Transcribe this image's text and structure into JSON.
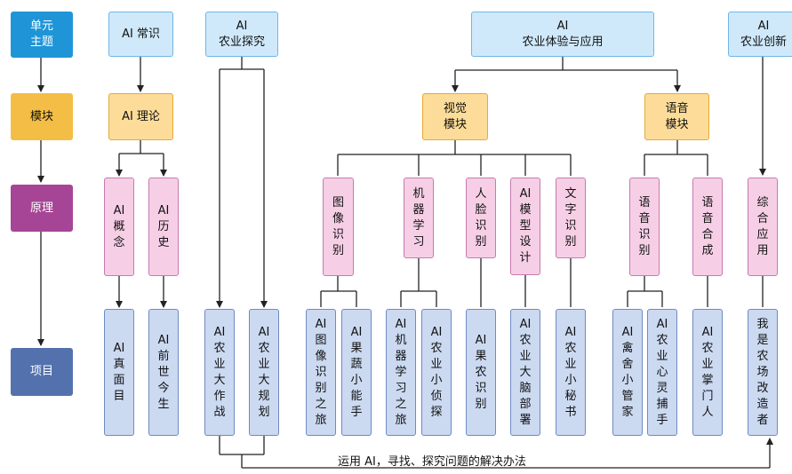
{
  "legend": {
    "unit": "单元\n主题",
    "module": "模块",
    "principle": "原理",
    "project": "项目",
    "colors": {
      "unit": "#1f95d8",
      "module": "#f4bd45",
      "principle": "#a64595",
      "project": "#5372ad"
    }
  },
  "units": {
    "u1": "AI 常识",
    "u2": "AI\n农业探究",
    "u3": "AI\n农业体验与应用",
    "u4": "AI\n农业创新"
  },
  "modules": {
    "m1": "AI 理论",
    "m2": "视觉\n模块",
    "m3": "语音\n模块"
  },
  "principles": {
    "p1": "AI\n概\n念",
    "p2": "AI\n历\n史",
    "p3": "图\n像\n识\n别",
    "p4": "机\n器\n学\n习",
    "p5": "人\n脸\n识\n别",
    "p6": "AI\n模\n型\n设\n计",
    "p7": "文\n字\n识\n别",
    "p8": "语\n音\n识\n别",
    "p9": "语\n音\n合\n成",
    "p10": "综\n合\n应\n用"
  },
  "projects": {
    "j1": "AI\n真\n面\n目",
    "j2": "AI\n前\n世\n今\n生",
    "j3": "AI\n农\n业\n大\n作\n战",
    "j4": "AI\n农\n业\n大\n规\n划",
    "j5": "AI\n图\n像\n识\n别\n之\n旅",
    "j6": "AI\n果\n蔬\n小\n能\n手",
    "j7": "AI\n机\n器\n学\n习\n之\n旅",
    "j8": "AI\n农\n业\n小\n侦\n探",
    "j9": "AI\n果\n农\n识\n别",
    "j10": "AI\n农\n业\n大\n脑\n部\n署",
    "j11": "AI\n农\n业\n小\n秘\n书",
    "j12": "AI\n禽\n舍\n小\n管\n家",
    "j13": "AI\n农\n业\n心\n灵\n捕\n手",
    "j14": "AI\n农\n业\n掌\n门\n人",
    "j15": "我\n是\n农\n场\n改\n造\n者"
  },
  "bottom_label": "运用 AI，寻找、探究问题的解决办法"
}
